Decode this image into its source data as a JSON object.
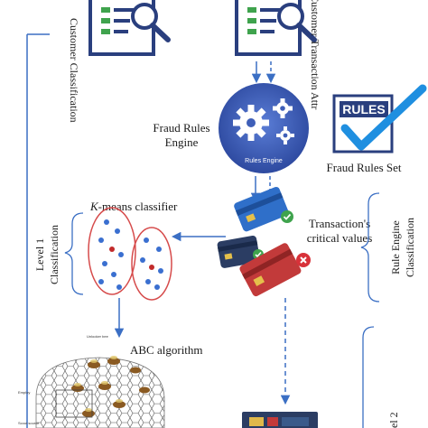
{
  "labels": {
    "customer_classification": "Customer Classification",
    "transaction_attributes": "Customer Transaction Attr",
    "fraud_rules_engine_line1": "Fraud Rules",
    "fraud_rules_engine_line2": "Engine",
    "rules_engine_badge": "Rules Engine",
    "rules_icon_text": "RULES",
    "fraud_rules_set": "Fraud Rules Set",
    "kmeans_k": "K",
    "kmeans_rest": "-means classifier",
    "critical_values_line1": "Transaction's",
    "critical_values_line2": "critical values",
    "level1_line1": "Level 1",
    "level1_line2": "Classification",
    "rule_engine_line1": "Rule Engine",
    "rule_engine_line2": "Classification",
    "abc_algorithm": "ABC algorithm",
    "level2_fragment": "el 2",
    "unlooker_bee": "Unlooker bee",
    "bee_fragment_1": "Employ",
    "bee_fragment_2": "Scout source"
  },
  "colors": {
    "navy": "#2a3f7e",
    "arrow_blue": "#3b6fc4",
    "gear_circle": "#3f5fb8",
    "check_blue": "#1f8fe0",
    "cluster_red": "#d64b4b",
    "dot_blue": "#3a6fd0",
    "dot_red": "#c22a2a",
    "card_blue": "#2f6fc9",
    "card_red": "#c23a3a",
    "card_dark": "#2b3d63",
    "ok_green": "#3fa34d",
    "bad_red": "#d8323a"
  }
}
